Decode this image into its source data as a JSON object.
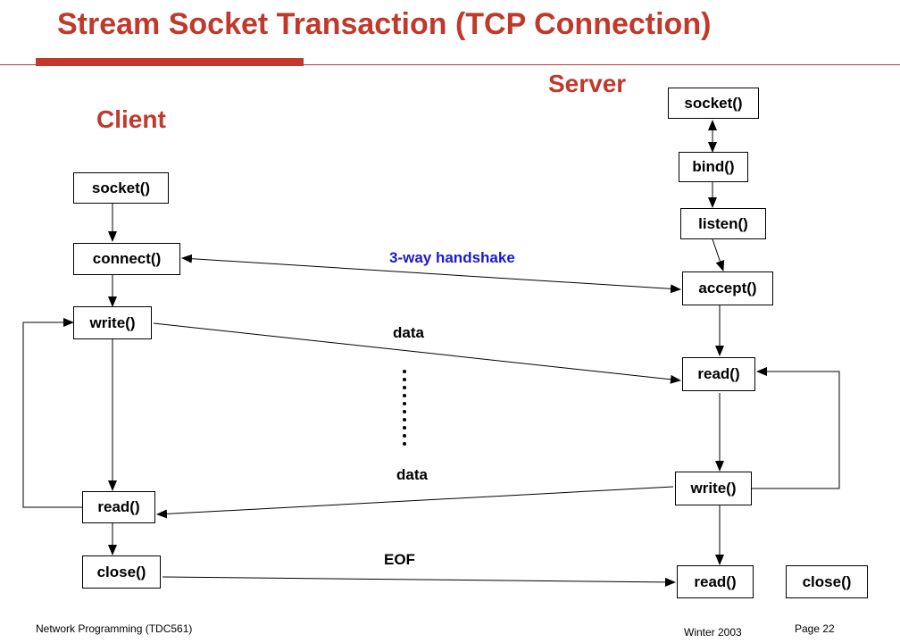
{
  "slide": {
    "title": "Stream Socket Transaction (TCP Connection)",
    "client_heading": "Client",
    "server_heading": "Server"
  },
  "client": {
    "socket": "socket()",
    "connect": "connect()",
    "write": "write()",
    "read": "read()",
    "close": "close()"
  },
  "server": {
    "socket": "socket()",
    "bind": "bind()",
    "listen": "listen()",
    "accept": "accept()",
    "read": "read()",
    "write": "write()",
    "read2": "read()",
    "close": "close()"
  },
  "labels": {
    "handshake": "3-way handshake",
    "data1": "data",
    "data2": "data",
    "eof": "EOF"
  },
  "colors": {
    "accent": "#c0392b",
    "handshake": "#1a1acc"
  },
  "footer": {
    "course": "Network Programming  (TDC561)",
    "term": "Winter  2003",
    "page": "Page 22"
  }
}
